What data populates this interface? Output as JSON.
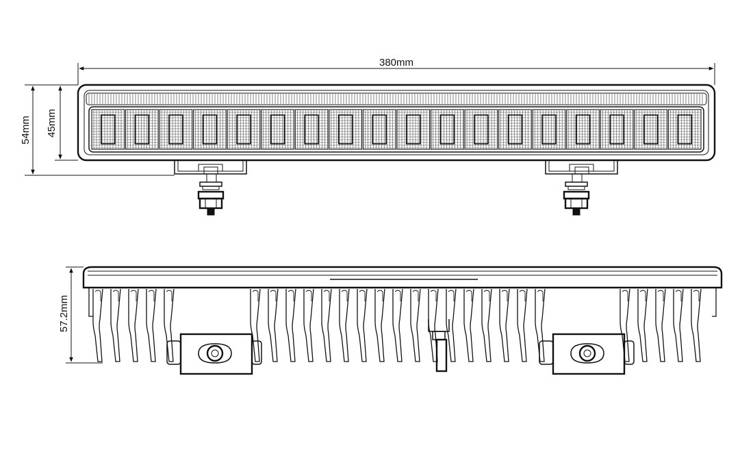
{
  "drawing": {
    "dimensions": {
      "overall_length": "380mm",
      "total_height": "54mm",
      "lens_height": "45mm",
      "side_depth": "57.2mm"
    },
    "colors": {
      "line": "#111111",
      "background": "#ffffff"
    },
    "views": {
      "front": {
        "led_module_count": 18,
        "mounting_bracket_count": 2
      },
      "side": {
        "mounting_block_count": 2,
        "connector_cable_count": 1
      }
    }
  }
}
